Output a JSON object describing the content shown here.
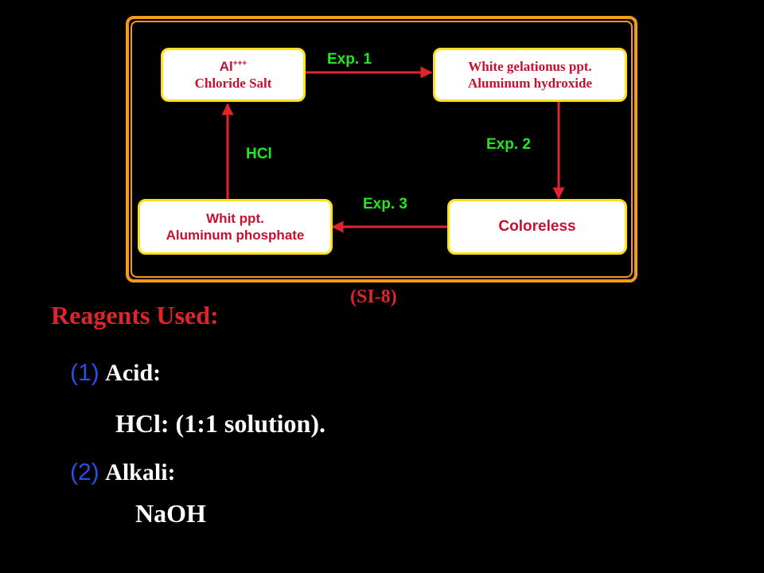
{
  "diagram": {
    "nodes": {
      "al_chloride": {
        "symbol": "Al",
        "superscript": "+++",
        "line2": "Chloride Salt"
      },
      "hydroxide": {
        "line1": "White gelationus ppt.",
        "line2": "Aluminum hydroxide"
      },
      "colorless": {
        "line1": "Coloreless"
      },
      "phosphate": {
        "line1": "Whit ppt.",
        "line2": "Aluminum phosphate"
      }
    },
    "labels": {
      "exp1": "Exp. 1",
      "exp2": "Exp. 2",
      "exp3": "Exp. 3",
      "hcl": "HCl"
    },
    "caption": "(SI-8)"
  },
  "reagents": {
    "heading": "Reagents Used:",
    "items": [
      {
        "number": "(1)",
        "term": "Acid:",
        "detail": "HCl: (1:1 solution)."
      },
      {
        "number": "(2)",
        "term": "Alkali:",
        "detail": "NaOH"
      }
    ]
  },
  "colors": {
    "frame": "#f39a1e",
    "node_border": "#ffe01a",
    "node_text": "#c8102e",
    "arrow": "#e0242c",
    "label": "#21e81f",
    "number": "#2a4fe6"
  }
}
